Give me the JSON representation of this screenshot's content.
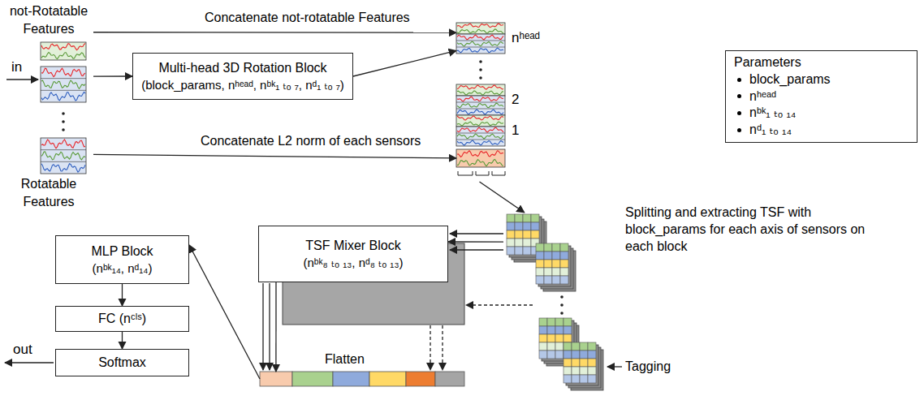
{
  "diagram": {
    "nodes": [
      {
        "text": [
          "not-Rotatable Features"
        ]
      },
      {
        "text": [
          "Rotatable Features"
        ]
      },
      {
        "text": [
          "Multi-head 3D Rotation Block",
          "(block_params, nʰᵉᵃᵈ, nᵇᵏ₁ ₜₒ ₇, nᵈ₁ ₜₒ ₇)"
        ]
      },
      {
        "text": [
          "nʰᵉᵃᵈ",
          "2",
          "1"
        ]
      },
      {
        "text": [
          "Parameters",
          "block_params",
          "nʰᵉᵃᵈ",
          "nᵇᵏ₁ ₜₒ ₁₄",
          "nᵈ₁ ₜₒ ₁₄"
        ]
      },
      {
        "text": [
          "Tagging"
        ]
      },
      {
        "text": [
          "TSF Mixer Block",
          "(nᵇᵏ₈ ₜₒ ₁₃, nᵈ₈ ₜₒ ₁₃)"
        ]
      },
      {
        "text": [
          "Flatten"
        ]
      },
      {
        "text": [
          "MLP Block",
          "(nᵇᵏ₁₄, nᵈ₁₄)"
        ]
      },
      {
        "text": [
          "FC (nᶜˡˢ)"
        ]
      },
      {
        "text": [
          "Softmax"
        ]
      }
    ],
    "edges": [
      {
        "from": 0,
        "to": 3,
        "arrow": "to",
        "label": "Concatenate not-rotatable Features"
      },
      {
        "from": 1,
        "to": 2,
        "arrow": "to"
      },
      {
        "from": 2,
        "to": 3,
        "arrow": "to"
      },
      {
        "from": 1,
        "to": 3,
        "arrow": "to",
        "label": "Concatenate L2 norm of each sensors"
      },
      {
        "from": 3,
        "to": 5,
        "arrow": "to",
        "label": "Splitting and extracting TSF with block_params for each axis of sensors on each block"
      },
      {
        "from": 5,
        "to": 6,
        "arrow": "to"
      },
      {
        "from": 6,
        "to": 7,
        "arrow": "to"
      },
      {
        "from": 7,
        "to": 8,
        "arrow": "to"
      },
      {
        "from": 8,
        "to": 9,
        "arrow": "to"
      },
      {
        "from": 9,
        "to": 10,
        "arrow": "to"
      }
    ],
    "labels": [
      "in",
      "out"
    ]
  }
}
